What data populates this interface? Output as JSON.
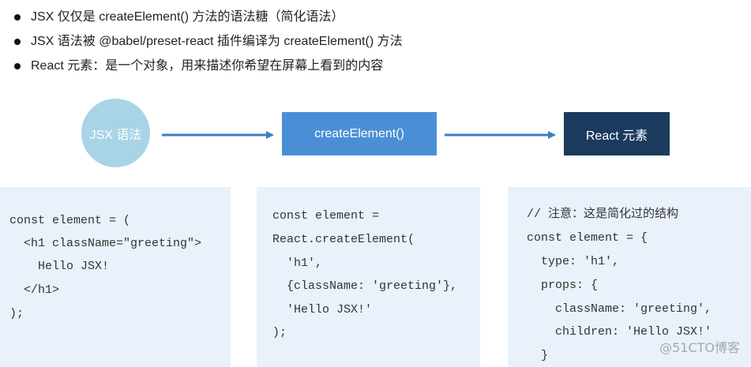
{
  "bullets": [
    "JSX 仅仅是 createElement() 方法的语法糖（简化语法）",
    "JSX 语法被 @babel/preset-react 插件编译为 createElement() 方法",
    "React 元素：是一个对象，用来描述你希望在屏幕上看到的内容"
  ],
  "flow": {
    "step1": "JSX 语法",
    "step2": "createElement()",
    "step3": "React 元素"
  },
  "code_panels": [
    {
      "lines": [
        "const element = (",
        "  <h1 className=\"greeting\">",
        "    Hello JSX!",
        "  </h1>",
        ");"
      ]
    },
    {
      "lines": [
        "const element =",
        "React.createElement(",
        "  'h1',",
        "  {className: 'greeting'},",
        "  'Hello JSX!'",
        ");"
      ]
    },
    {
      "lines": [
        "// 注意：这是简化过的结构",
        "const element = {",
        "  type: 'h1',",
        "  props: {",
        "    className: 'greeting',",
        "    children: 'Hello JSX!'",
        "  }"
      ]
    }
  ],
  "watermark": "@51CTO博客",
  "colors": {
    "circle": "#a9d4e6",
    "box_create": "#4a8fd6",
    "box_react": "#1b3a5e",
    "arrow": "#3d7fc4",
    "panel_bg": "#e9f1fb"
  }
}
